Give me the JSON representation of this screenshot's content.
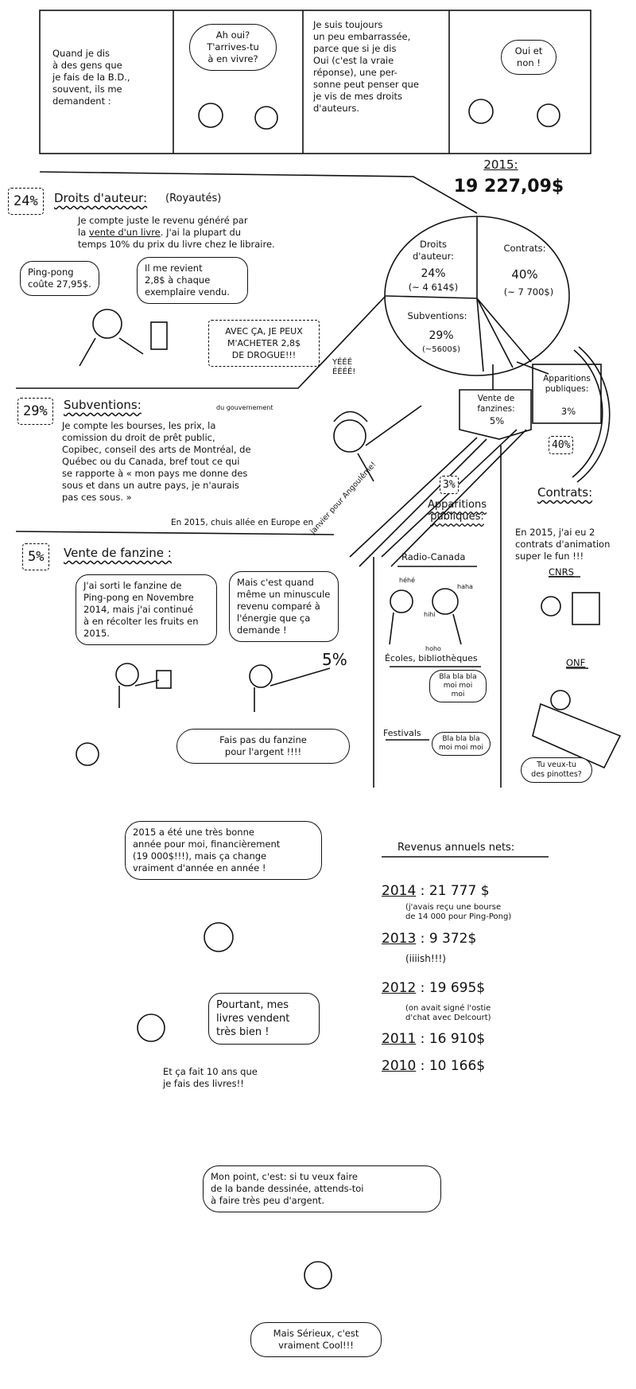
{
  "top_strip": {
    "panel1": "Quand je dis\nà des gens que\nje fais de la B.D.,\nsouvent, ils me\ndemandent :",
    "panel2_bubble": "Ah oui?\nT'arrives-tu\nà en vivre?",
    "panel3": "Je suis toujours\nun peu embarrassée,\nparce que si je dis\nOui (c'est la vraie\nréponse), une per-\nsonne peut penser que\nje vis de mes droits\nd'auteurs.",
    "panel4_bubble": "Oui et\nnon !"
  },
  "total": {
    "year": "2015:",
    "amount": "19 227,09$"
  },
  "pie": {
    "droits": {
      "label": "Droits\nd'auteur:",
      "pct": "24%",
      "amount": "(~ 4 614$)"
    },
    "contrats": {
      "label": "Contrats:",
      "pct": "40%",
      "amount": "(~ 7 700$)"
    },
    "subventions": {
      "label": "Subventions:",
      "pct": "29%",
      "amount": "(~5600$)"
    },
    "fanzines": {
      "label": "Vente de\nfanzines:",
      "pct": "5%"
    },
    "apparitions": {
      "label": "Apparitions\npubliques:",
      "pct": "3%"
    },
    "contrats_arrow_badge": "40%"
  },
  "droits_section": {
    "badge": "24%",
    "title": "Droits d'auteur:",
    "subtitle": "(Royautés)",
    "text_pre": "Je compte juste le revenu généré par\nla ",
    "text_link": "vente d'un livre",
    "text_post": ". J'ai la plupart du\ntemps 10% du prix du livre chez le libraire.",
    "bubble1": "Ping-pong\ncoûte 27,95$.",
    "bubble2": "Il me revient\n2,8$ à chaque\nexemplaire vendu.",
    "shout": "AVEC ÇA, JE PEUX\nM'ACHETER 2,8$\nDE DROGUE!!!"
  },
  "subventions_section": {
    "badge": "29%",
    "title": "Subventions:",
    "note": "du gouvernement",
    "text": "Je compte les bourses, les prix, la\ncomission du droit de prêt public,\nCopibec, conseil des arts de Montréal, de\nQuébec ou du Canada, bref tout ce qui\nse rapporte à « mon pays me donne des\nsous et dans un autre pays, je n'aurais\npas ces sous. »",
    "cheer": "YÉÉÉ\nÉÉÉÉ!",
    "europe_text": "En 2015, chuis allée en Europe en",
    "europe_text_diag": "janvier pour Angoulême!"
  },
  "fanzine_section": {
    "badge": "5%",
    "title": "Vente de fanzine :",
    "bubble1": "J'ai sorti le fanzine de\nPing-pong en Novembre\n2014, mais j'ai continué\nà en récolter les fruits en\n2015.",
    "bubble2": "Mais c'est quand\nmême un minuscule\nrevenu comparé à\nl'énergie que ça\ndemande !",
    "pct": "5%",
    "shout": "Fais pas du fanzine\npour l'argent !!!!"
  },
  "apparitions_section": {
    "badge": "3%",
    "title": "Apparitions\npubliques:",
    "radio": "Radio-Canada",
    "laughs": [
      "héhé",
      "haha",
      "hihi",
      "hoho"
    ],
    "ecoles": "Écoles, bibliothèques",
    "ecoles_bubble": "Bla bla bla\nmoi moi\nmoi",
    "festivals": "Festivals",
    "festivals_bubble": "Bla bla bla\nmoi moi moi"
  },
  "contrats_section": {
    "title": "Contrats:",
    "text": "En 2015, j'ai eu 2\ncontrats d'animation\nsuper le fun !!!",
    "cnrs": "CNRS",
    "onf": "ONF",
    "onf_bubble": "Tu veux-tu\ndes pinottes?"
  },
  "conclusion": {
    "bubble1": "2015 a été une très bonne\nannée pour moi, financièrement\n(19 000$!!!), mais ça change\nvraiment d'année en année !",
    "bubble2": "Pourtant, mes\nlivres vendent\ntrès bien !",
    "caption": "Et ça fait 10 ans que\nje fais des livres!!",
    "bubble3": "Mon point, c'est: si tu veux faire\nde la bande dessinée, attends-toi\nà faire très peu d'argent.",
    "bubble4": "Mais Sérieux, c'est\nvraiment Cool!!!"
  },
  "revenus": {
    "title": "Revenus annuels nets:",
    "rows": [
      {
        "year": "2014",
        "amount": "21 777 $",
        "note": "(j'avais reçu une bourse\nde 14 000 pour Ping-Pong)"
      },
      {
        "year": "2013",
        "amount": "9 372$",
        "note": "(iiiish!!!)"
      },
      {
        "year": "2012",
        "amount": "19 695$",
        "note": "(on avait signé l'ostie\nd'chat avec Delcourt)"
      },
      {
        "year": "2011",
        "amount": "16 910$",
        "note": ""
      },
      {
        "year": "2010",
        "amount": "10 166$",
        "note": ""
      }
    ]
  }
}
